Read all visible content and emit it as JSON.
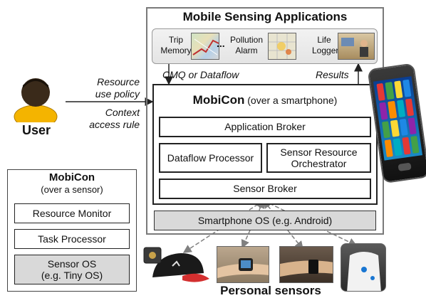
{
  "apps_panel": {
    "title": "Mobile Sensing Applications",
    "apps": [
      {
        "label_line1": "Trip",
        "label_line2": "Memory"
      },
      {
        "label_line1": "Pollution",
        "label_line2": "Alarm"
      },
      {
        "label_line1": "Life",
        "label_line2": "Logger"
      }
    ],
    "ellipsis": "...",
    "left_arrow_label": "CMQ or Dataflow",
    "right_arrow_label": "Results"
  },
  "user": {
    "label": "User",
    "policy_line1": "Resource",
    "policy_line2": "use policy",
    "rule_line1": "Context",
    "rule_line2": "access rule"
  },
  "mobicon_phone": {
    "title": "MobiCon",
    "subtitle": "(over a smartphone)",
    "application_broker": "Application Broker",
    "dataflow_processor": "Dataflow Processor",
    "sensor_resource_line1": "Sensor Resource",
    "sensor_resource_line2": "Orchestrator",
    "sensor_broker": "Sensor Broker",
    "os": "Smartphone OS (e.g. Android)"
  },
  "mobicon_sensor": {
    "title": "MobiCon",
    "subtitle": "(over a sensor)",
    "resource_monitor": "Resource Monitor",
    "task_processor": "Task Processor",
    "os_line1": "Sensor OS",
    "os_line2": "(e.g. Tiny OS)"
  },
  "sensors": {
    "label": "Personal sensors"
  },
  "colors": {
    "os_fill": "#d9d9d9",
    "user_skin": "#f4b400",
    "user_face": "#3a2a1a",
    "arrow": "#808080"
  }
}
